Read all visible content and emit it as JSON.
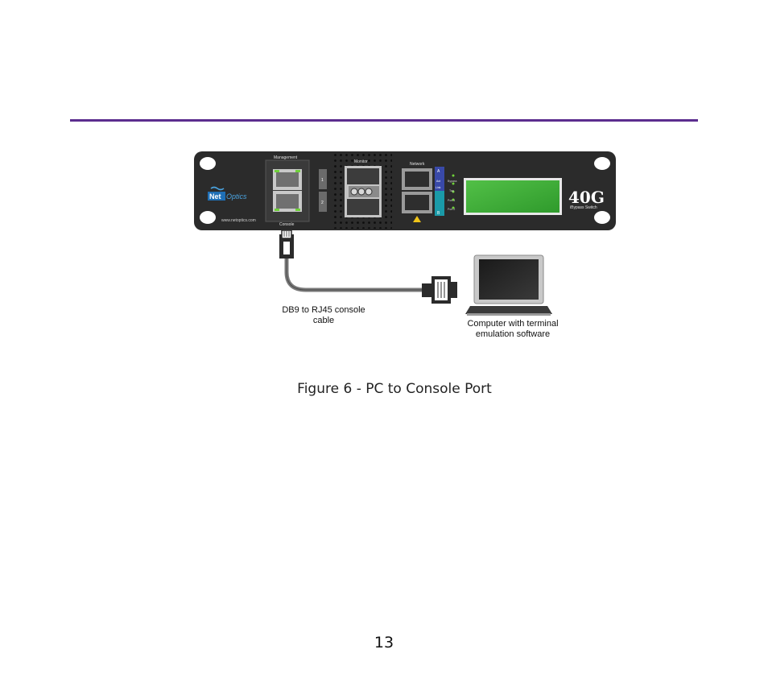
{
  "device": {
    "brand_net": "Net",
    "brand_optics": "Optics",
    "website": "www.netoptics.com",
    "management_label": "Management",
    "console_label": "Console",
    "port_one": "1",
    "port_two": "2",
    "monitor_label": "Monitor",
    "network_label": "Network",
    "led_a": "A",
    "led_b": "B",
    "led_act": "Act",
    "led_link": "Link",
    "status_bypass": "Bypass",
    "status_tap": "Tap",
    "status_port1": "Port 1",
    "status_port2": "Port 2",
    "model": "40G",
    "product_name": "iBypass Switch",
    "display_color": "#3aaa35",
    "chassis_color": "#2b2b2b"
  },
  "cable_label_line1": "DB9 to RJ45 console",
  "cable_label_line2": "cable",
  "computer_label_line1": "Computer with terminal",
  "computer_label_line2": "emulation software",
  "figure_caption": "Figure 6 - PC to Console Port",
  "page_number": "13",
  "accent_color": "#5b2d8e"
}
